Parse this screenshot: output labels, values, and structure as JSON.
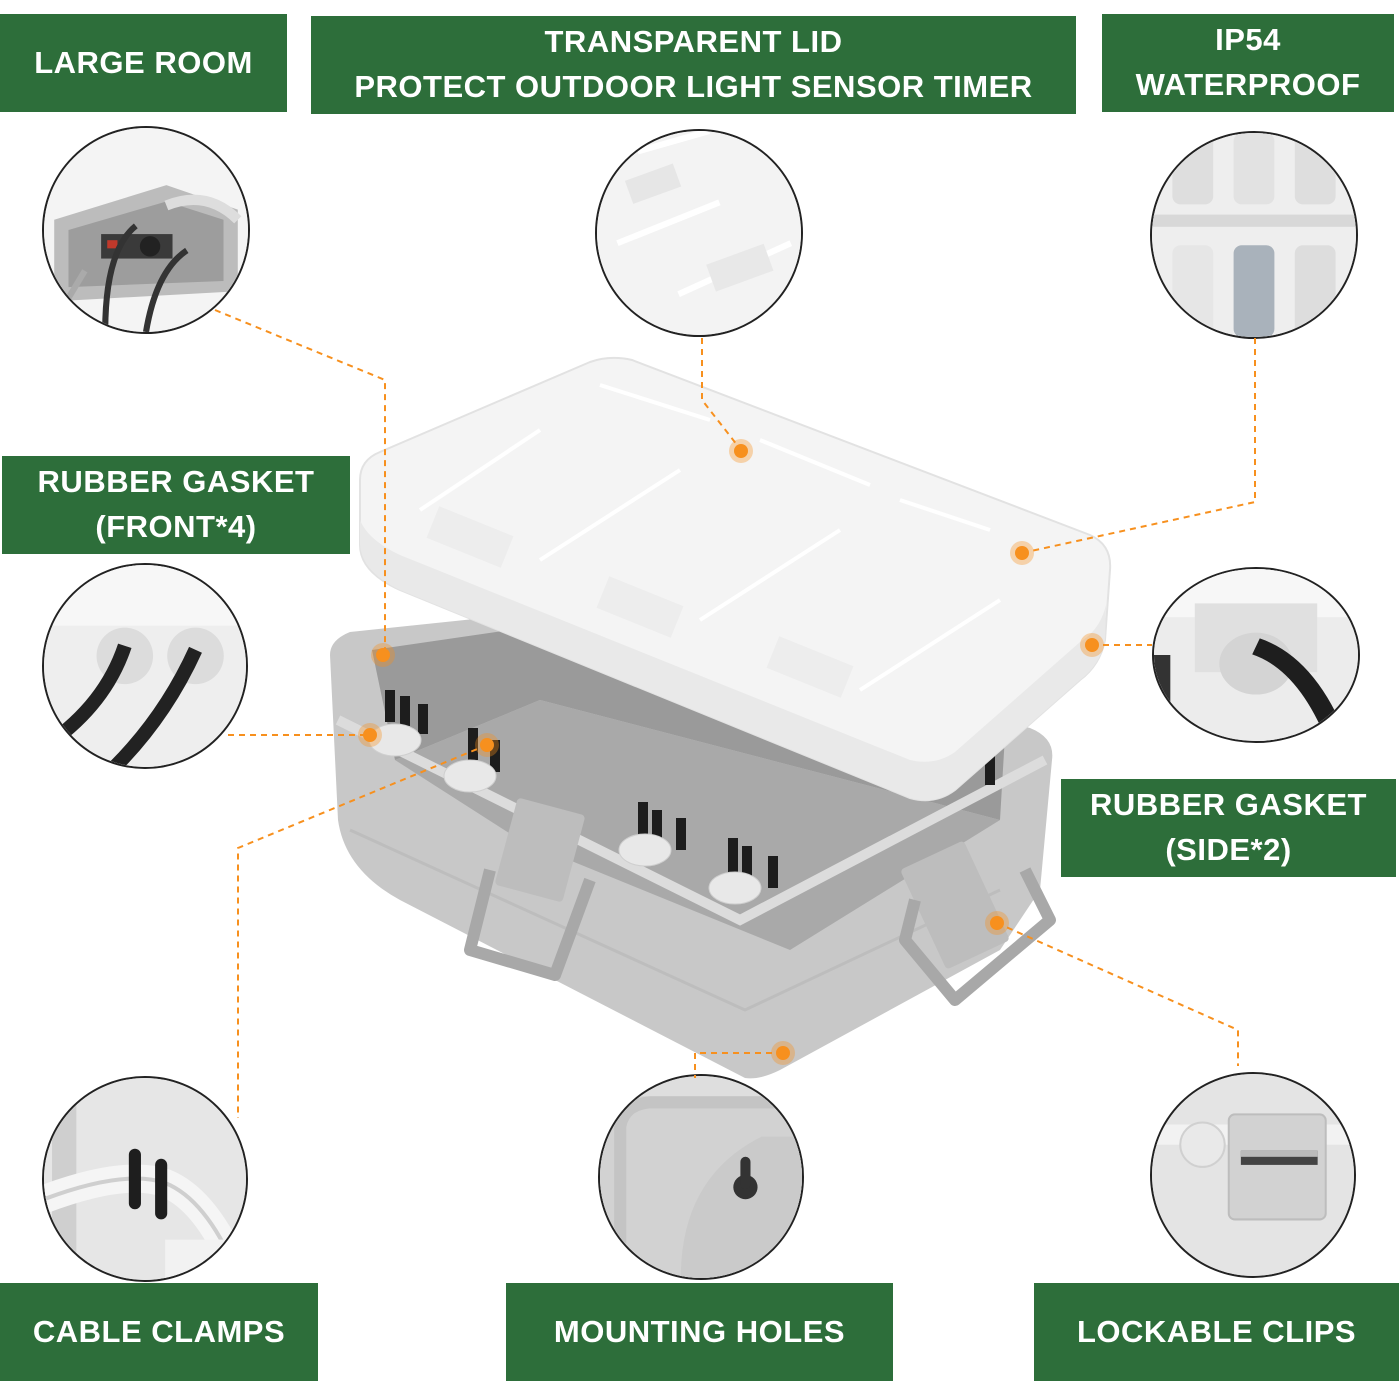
{
  "theme": {
    "label_bg": "#2d6e3a",
    "label_text": "#ffffff",
    "callout": "#f7901e",
    "box_gray": "#c9c9c9",
    "lid": "#f4f4f4"
  },
  "labels": {
    "large_room": {
      "lines": [
        "LARGE ROOM"
      ]
    },
    "transparent_lid": {
      "lines": [
        "TRANSPARENT LID",
        "PROTECT OUTDOOR LIGHT SENSOR TIMER"
      ]
    },
    "waterproof": {
      "lines": [
        "IP54",
        "WATERPROOF"
      ]
    },
    "gasket_front": {
      "lines": [
        "RUBBER GASKET",
        "(FRONT*4)"
      ]
    },
    "gasket_side": {
      "lines": [
        "RUBBER GASKET",
        "(SIDE*2)"
      ]
    },
    "cable_clamps": {
      "lines": [
        "CABLE CLAMPS"
      ]
    },
    "mounting_holes": {
      "lines": [
        "MOUNTING HOLES"
      ]
    },
    "lockable_clips": {
      "lines": [
        "LOCKABLE CLIPS"
      ]
    }
  },
  "insets": [
    {
      "id": "large-room",
      "icon": "box-with-cables"
    },
    {
      "id": "transparent-lid",
      "icon": "lid-closeup"
    },
    {
      "id": "waterproof",
      "icon": "lid-seal-closeup"
    },
    {
      "id": "gasket-front",
      "icon": "front-gasket-cables"
    },
    {
      "id": "gasket-side",
      "icon": "side-gasket-cable"
    },
    {
      "id": "cable-clamps",
      "icon": "clamp-closeup"
    },
    {
      "id": "mounting-holes",
      "icon": "keyhole-mount"
    },
    {
      "id": "lockable-clips",
      "icon": "latch-clip"
    }
  ]
}
